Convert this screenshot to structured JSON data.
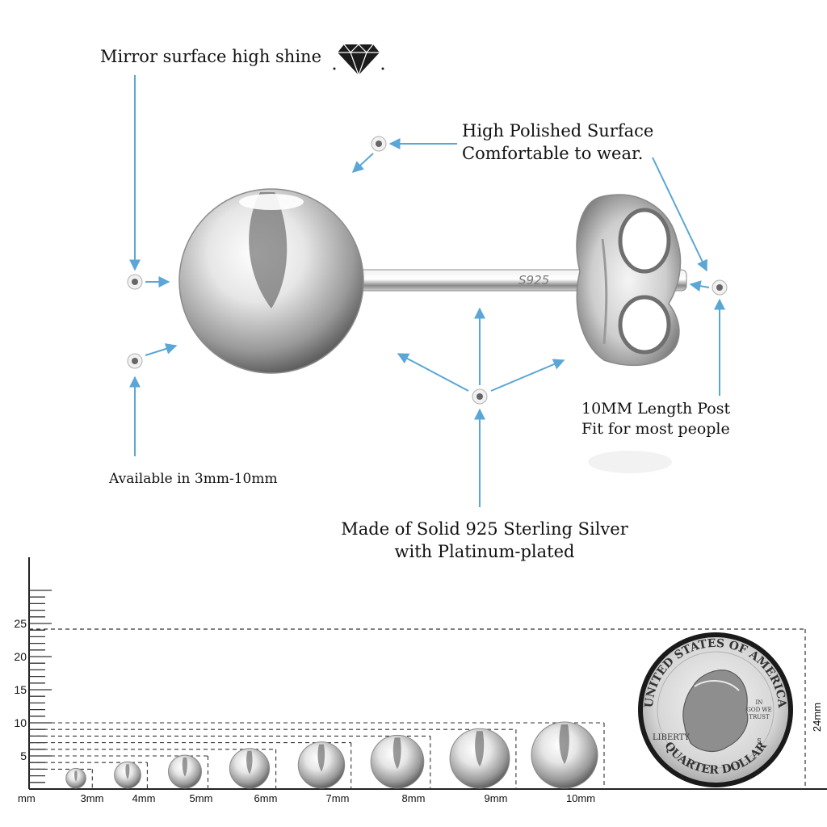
{
  "annotations": {
    "mirror": "Mirror surface high shine",
    "polished_line1": "High Polished Surface",
    "polished_line2": "Comfortable to wear.",
    "available": "Available in 3mm-10mm",
    "post_line1": "10MM Length Post",
    "post_line2": "Fit for most people",
    "material_line1": "Made of Solid 925 Sterling Silver",
    "material_line2": "with Platinum-plated"
  },
  "stamp": "S925",
  "coin": {
    "top_text": "UNITED STATES OF AMERICA",
    "bottom_text": "QUARTER DOLLAR",
    "liberty": "LIBERTY",
    "motto": [
      "IN",
      "GOD WE",
      "TRUST"
    ],
    "mint": "S"
  },
  "size_chart": {
    "y_ticks": [
      "5",
      "10",
      "15",
      "20",
      "25"
    ],
    "unit_label": "mm",
    "sizes": [
      "3mm",
      "4mm",
      "5mm",
      "6mm",
      "7mm",
      "8mm",
      "9mm",
      "10mm"
    ],
    "coin_height": "24mm"
  },
  "colors": {
    "arrow": "#5aa6d6",
    "silver_light": "#fafafa",
    "silver_dark": "#6b6b6b"
  }
}
